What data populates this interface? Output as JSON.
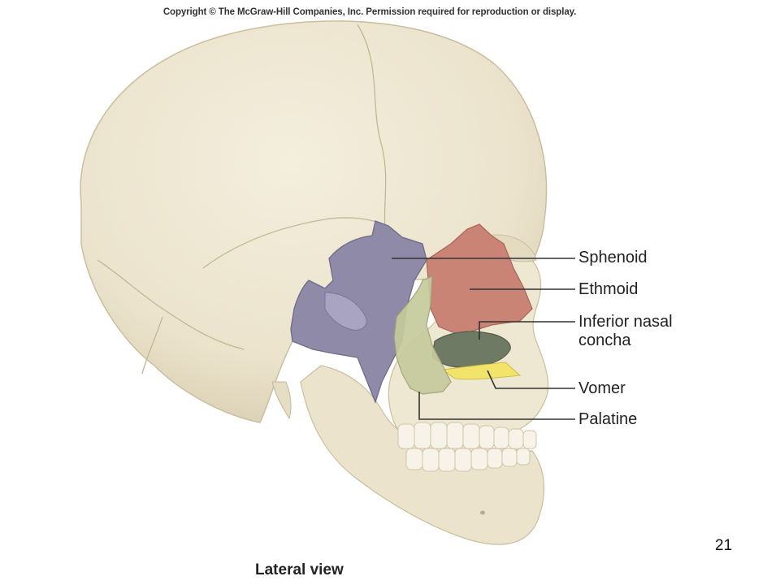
{
  "copyright": "Copyright © The McGraw-Hill Companies, Inc. Permission required for reproduction or display.",
  "caption": "Lateral view",
  "page_number": "21",
  "labels": [
    {
      "text": "Sphenoid",
      "color": "#8e8aa8"
    },
    {
      "text": "Ethmoid",
      "color": "#c98476"
    },
    {
      "text": "Inferior nasal concha",
      "line1": "Inferior nasal",
      "line2": "concha",
      "color": "#6e7a63"
    },
    {
      "text": "Vomer",
      "color": "#f2e36a"
    },
    {
      "text": "Palatine",
      "color": "#c6ca9c"
    }
  ],
  "colors": {
    "skull": "#ece4cf",
    "skull_shadow": "#d9cfb4",
    "sphenoid": "#8e8aa8",
    "ethmoid": "#c98476",
    "concha": "#6e7a63",
    "vomer": "#f2e36a",
    "palatine": "#c6ca9c"
  }
}
